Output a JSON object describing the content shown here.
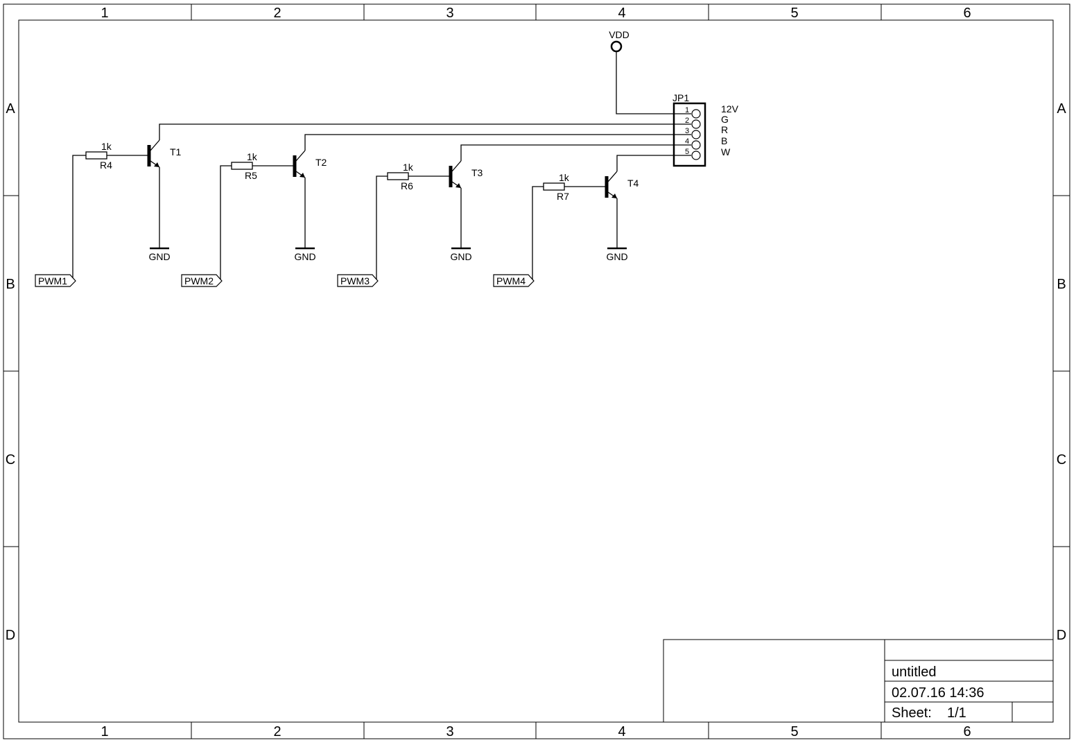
{
  "frame": {
    "columns": [
      "1",
      "2",
      "3",
      "4",
      "5",
      "6"
    ],
    "rows": [
      "A",
      "B",
      "C",
      "D"
    ]
  },
  "supply": {
    "vdd_label": "VDD"
  },
  "connector": {
    "name": "JP1",
    "pins": [
      {
        "number": "1",
        "signal": "12V"
      },
      {
        "number": "2",
        "signal": "G"
      },
      {
        "number": "3",
        "signal": "R"
      },
      {
        "number": "4",
        "signal": "B"
      },
      {
        "number": "5",
        "signal": "W"
      }
    ]
  },
  "channels": [
    {
      "pwm": "PWM1",
      "resistor": "R4",
      "value": "1k",
      "transistor": "T1",
      "ground": "GND"
    },
    {
      "pwm": "PWM2",
      "resistor": "R5",
      "value": "1k",
      "transistor": "T2",
      "ground": "GND"
    },
    {
      "pwm": "PWM3",
      "resistor": "R6",
      "value": "1k",
      "transistor": "T3",
      "ground": "GND"
    },
    {
      "pwm": "PWM4",
      "resistor": "R7",
      "value": "1k",
      "transistor": "T4",
      "ground": "GND"
    }
  ],
  "title_block": {
    "title": "untitled",
    "datetime": "02.07.16 14:36",
    "sheet_label": "Sheet:",
    "sheet_value": "1/1"
  }
}
